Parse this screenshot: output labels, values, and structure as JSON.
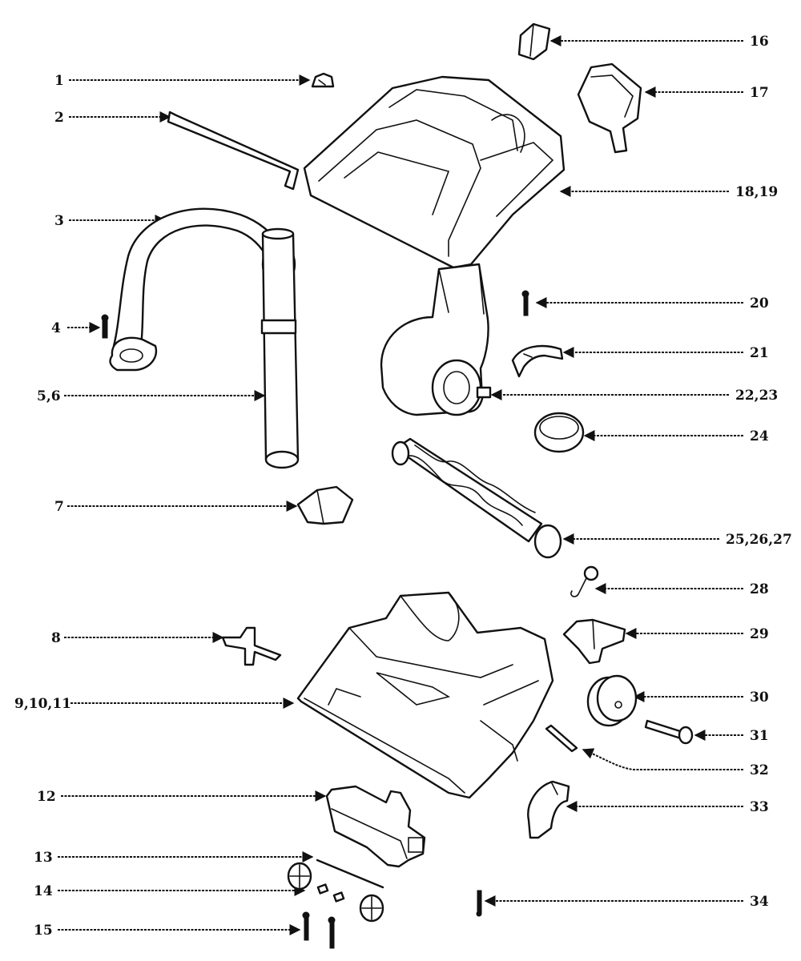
{
  "labels": {
    "p1": "1",
    "p2": "2",
    "p3": "3",
    "p4": "4",
    "p5": "5,6",
    "p7": "7",
    "p8": "8",
    "p9": "9,10,11",
    "p12": "12",
    "p13": "13",
    "p14": "14",
    "p15": "15",
    "p16": "16",
    "p17": "17",
    "p18": "18,19",
    "p20": "20",
    "p21": "21",
    "p22": "22,23",
    "p24": "24",
    "p25": "25,26,27",
    "p28": "28",
    "p29": "29",
    "p30": "30",
    "p31": "31",
    "p32": "32",
    "p33": "33",
    "p34": "34"
  },
  "colors": {
    "ink": "#111111",
    "paper": "#ffffff"
  }
}
